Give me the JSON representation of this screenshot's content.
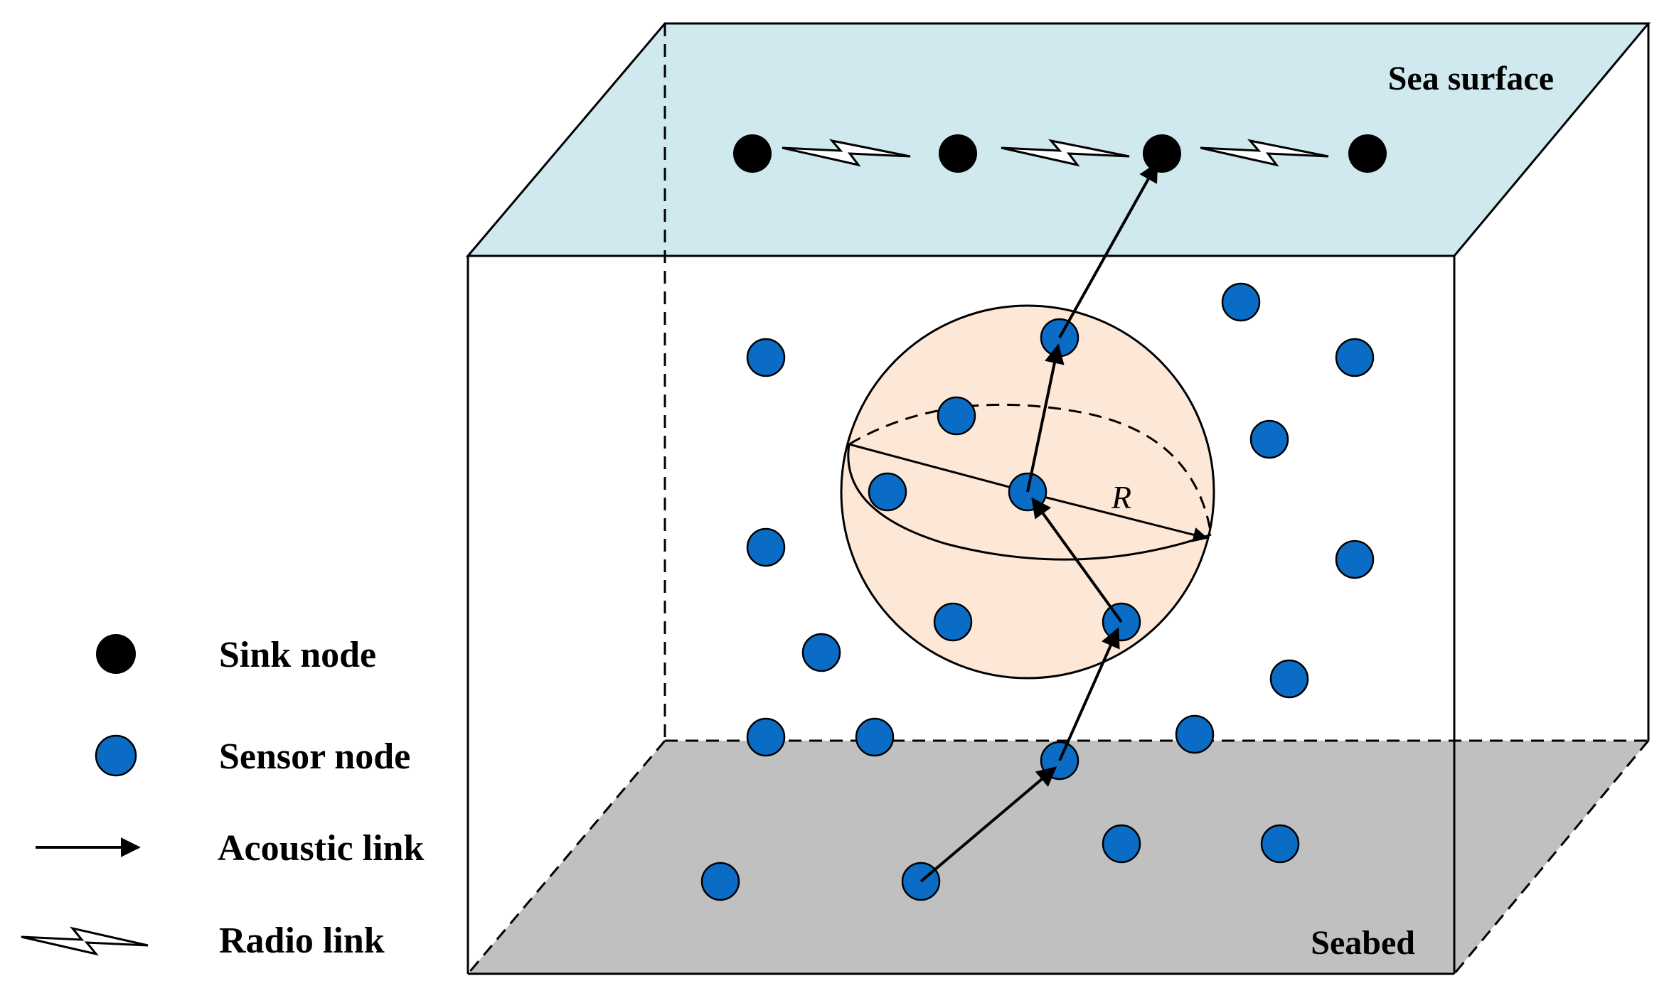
{
  "labels": {
    "sea_surface": "Sea surface",
    "seabed": "Seabed",
    "radius": "R"
  },
  "legend": {
    "sink_node": "Sink node",
    "sensor_node": "Sensor node",
    "acoustic_link": "Acoustic link",
    "radio_link": "Radio link"
  },
  "colors": {
    "sea_surface": "#cfe9ee",
    "seabed": "#c0c0c0",
    "sphere": "#fde8d8",
    "sensor": "#0a6cc4",
    "sink": "#000000"
  }
}
